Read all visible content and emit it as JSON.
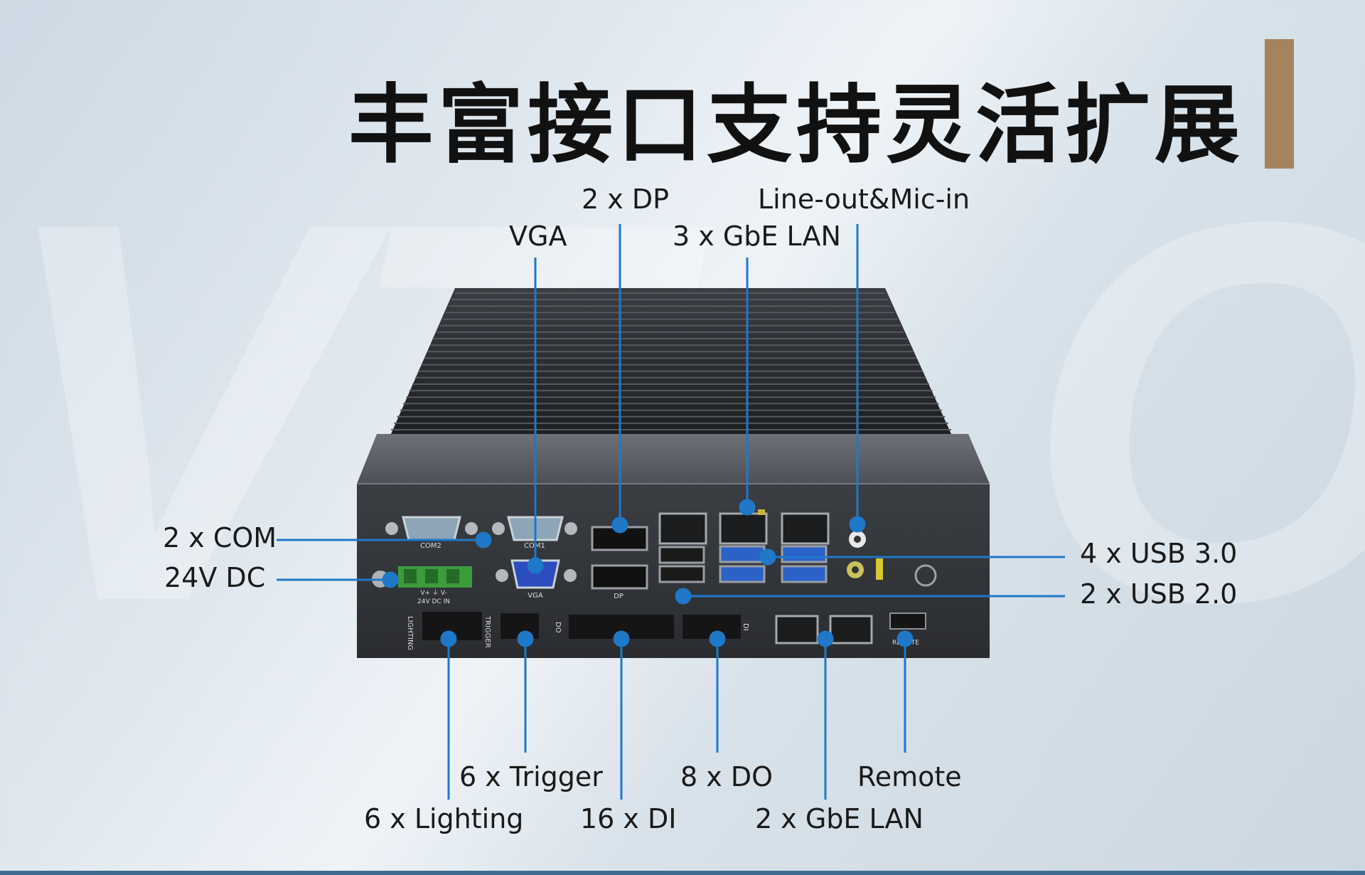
{
  "title": "丰富接口支持灵活扩展",
  "watermark": [
    "V",
    "T",
    "O"
  ],
  "colors": {
    "accent_bar": "#a7835c",
    "callout_line": "#1f78c8",
    "bottom_rule": "#3e6d8f"
  },
  "callouts": {
    "dp": "2 x DP",
    "line_out_mic_in": "Line-out&Mic-in",
    "vga": "VGA",
    "gbe_lan_top": "3 x GbE LAN",
    "com": "2 x COM",
    "dc": "24V DC",
    "usb3": "4 x USB 3.0",
    "usb2": "2 x USB 2.0",
    "trigger": "6 x Trigger",
    "do": "8 x DO",
    "remote": "Remote",
    "lighting": "6 x Lighting",
    "di": "16 x DI",
    "gbe_lan_bottom": "2 x GbE LAN"
  },
  "panel_text": {
    "com2": "COM2",
    "com1": "COM1",
    "vga": "VGA",
    "dc": "V+  ⏚  V-",
    "dc2": "24V DC IN",
    "lighting": "LIGHTING",
    "trigger": "TRIGGER",
    "do": "DO",
    "di": "DI",
    "remote": "REMOTE",
    "dp": "DP"
  }
}
